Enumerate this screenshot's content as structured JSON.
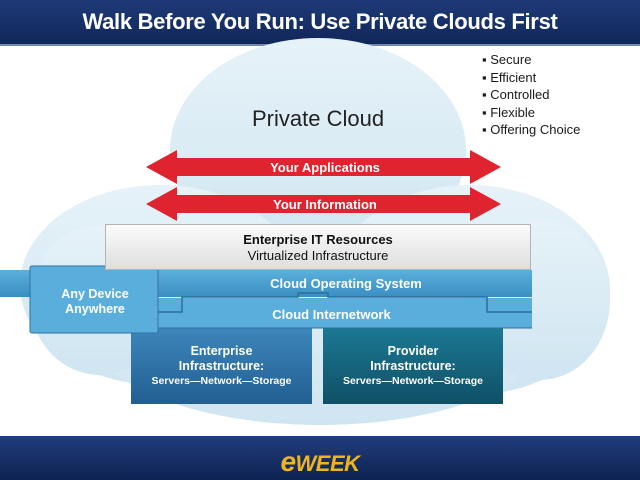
{
  "header": {
    "title": "Walk Before You Run: Use Private Clouds First"
  },
  "bullets": [
    "Secure",
    "Efficient",
    "Controlled",
    "Flexible",
    "Offering Choice"
  ],
  "diagram": {
    "cloud_title": "Private Cloud",
    "arrow_applications": "Your Applications",
    "arrow_information": "Your Information",
    "enterprise_it_title": "Enterprise IT Resources",
    "enterprise_it_subtitle": "Virtualized Infrastructure",
    "cloud_os": "Cloud Operating System",
    "cloud_internetwork": "Cloud Internetwork",
    "any_device_line1": "Any Device",
    "any_device_line2": "Anywhere",
    "enterprise_infra_line1": "Enterprise",
    "enterprise_infra_line2": "Infrastructure:",
    "enterprise_infra_detail": "Servers—Network—Storage",
    "provider_infra_line1": "Provider",
    "provider_infra_line2": "Infrastructure:",
    "provider_infra_detail": "Servers—Network—Storage",
    "colors": {
      "arrow": "#e0242f",
      "band": "#4a9fcf",
      "enterprise_box": "#2d73a7",
      "provider_box": "#14647c",
      "cloud": "#d6eaf4"
    }
  },
  "footer": {
    "logo_e": "e",
    "logo_rest": "WEEK"
  }
}
